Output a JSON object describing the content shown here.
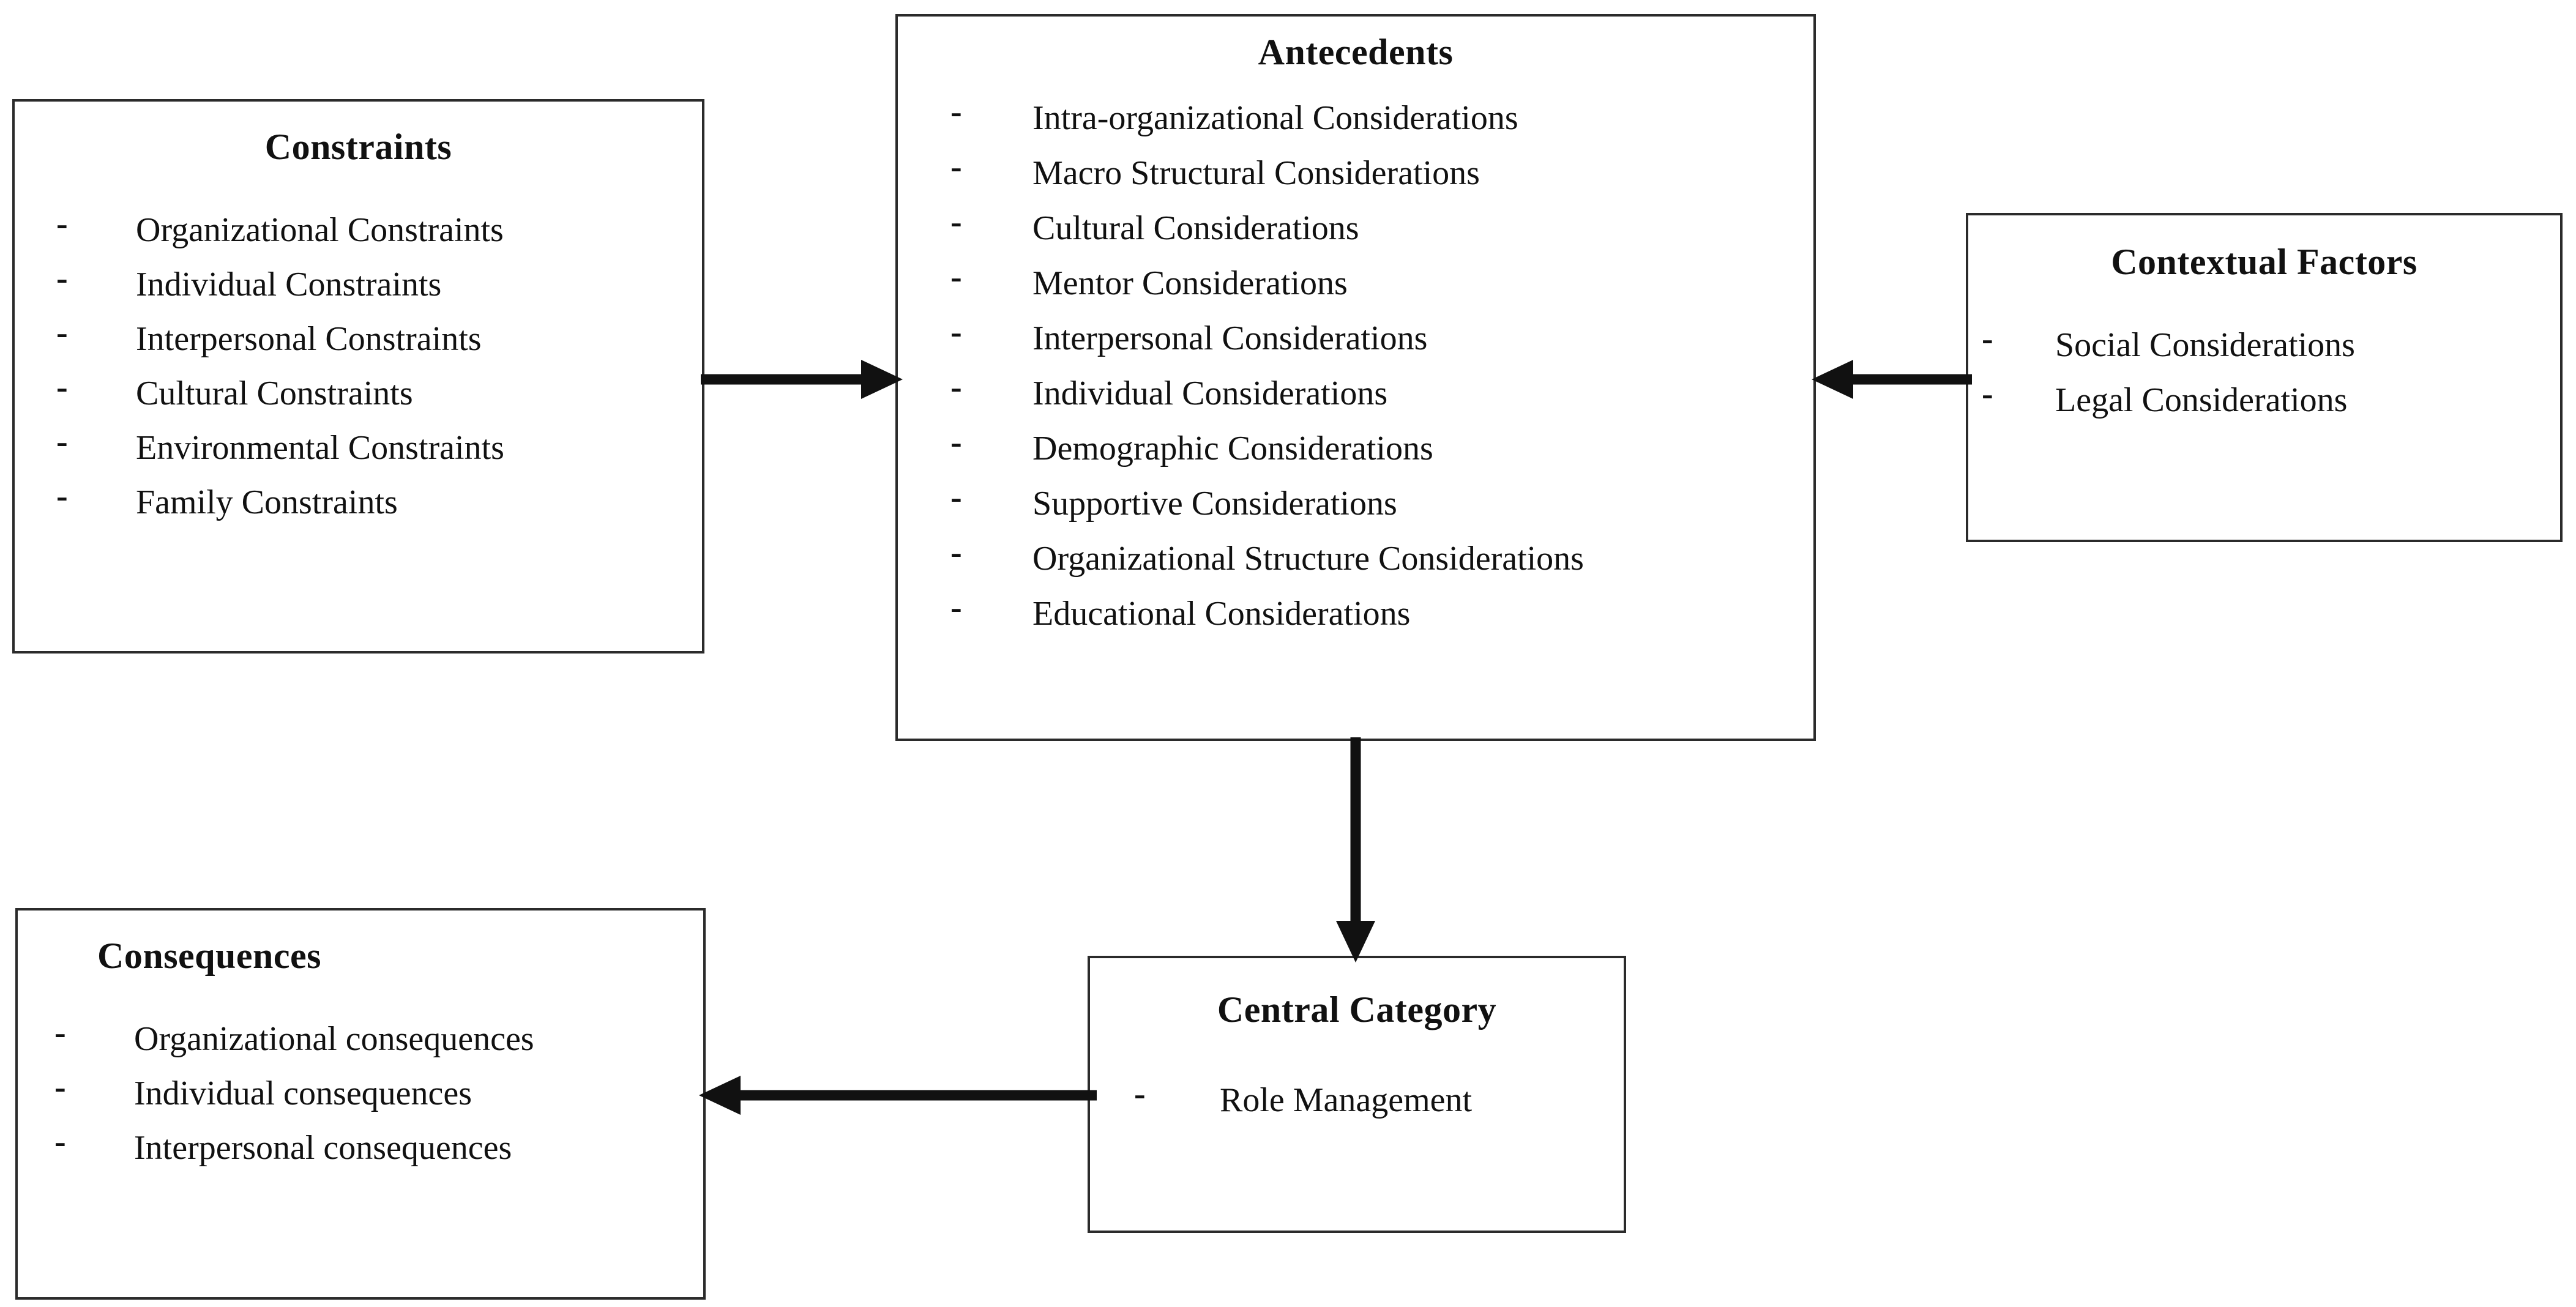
{
  "diagram": {
    "type": "grounded-theory-paradigm-model",
    "accent_color": "#2b2b2b",
    "text_color": "#111111",
    "background": "#ffffff",
    "bullet_glyph": "-"
  },
  "boxes": {
    "constraints": {
      "title": "Constraints",
      "items": [
        "Organizational Constraints",
        "Individual Constraints",
        "Interpersonal Constraints",
        "Cultural Constraints",
        "Environmental Constraints",
        "Family Constraints"
      ]
    },
    "antecedents": {
      "title": "Antecedents",
      "items": [
        "Intra-organizational Considerations",
        "Macro Structural Considerations",
        "Cultural Considerations",
        "Mentor Considerations",
        "Interpersonal Considerations",
        "Individual Considerations",
        "Demographic Considerations",
        "Supportive Considerations",
        "Organizational Structure Considerations",
        "Educational Considerations"
      ]
    },
    "contextual_factors": {
      "title": "Contextual Factors",
      "items": [
        "Social Considerations",
        "Legal Considerations"
      ]
    },
    "consequences": {
      "title": "Consequences",
      "items": [
        "Organizational consequences",
        "Individual consequences",
        "Interpersonal consequences"
      ]
    },
    "central_category": {
      "title": "Central Category",
      "items": [
        "Role Management"
      ]
    }
  },
  "arrows": [
    {
      "name": "constraints-to-antecedents",
      "from": "constraints",
      "to": "antecedents",
      "direction": "right"
    },
    {
      "name": "contextual-to-antecedents",
      "from": "contextual_factors",
      "to": "antecedents",
      "direction": "left"
    },
    {
      "name": "antecedents-to-central",
      "from": "antecedents",
      "to": "central_category",
      "direction": "down"
    },
    {
      "name": "central-to-consequences",
      "from": "central_category",
      "to": "consequences",
      "direction": "left"
    }
  ]
}
